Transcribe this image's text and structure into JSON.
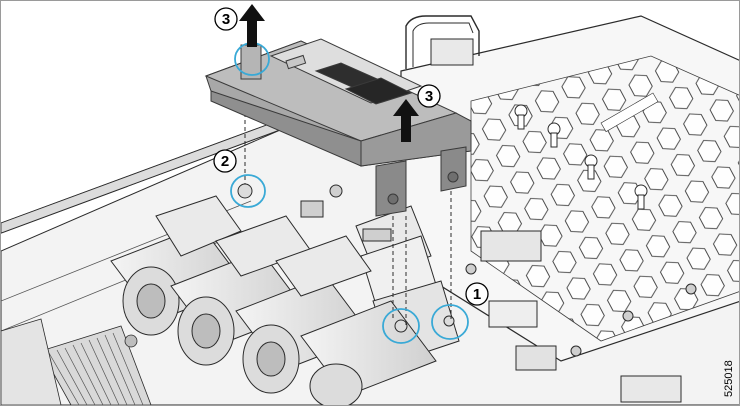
{
  "figure": {
    "figure_id": "525018",
    "callouts": [
      {
        "number": "1"
      },
      {
        "number": "2"
      },
      {
        "number": "3"
      },
      {
        "number": "3"
      }
    ]
  },
  "colors": {
    "line": "#2b2b2b",
    "metal": "#f1f1f1",
    "metal_shadow": "#c9c9c9",
    "bracket": "#9c9c9c",
    "bracket_dark": "#6f6f6f",
    "highlight_circle": "#39a9d6",
    "arrow": "#111111"
  }
}
